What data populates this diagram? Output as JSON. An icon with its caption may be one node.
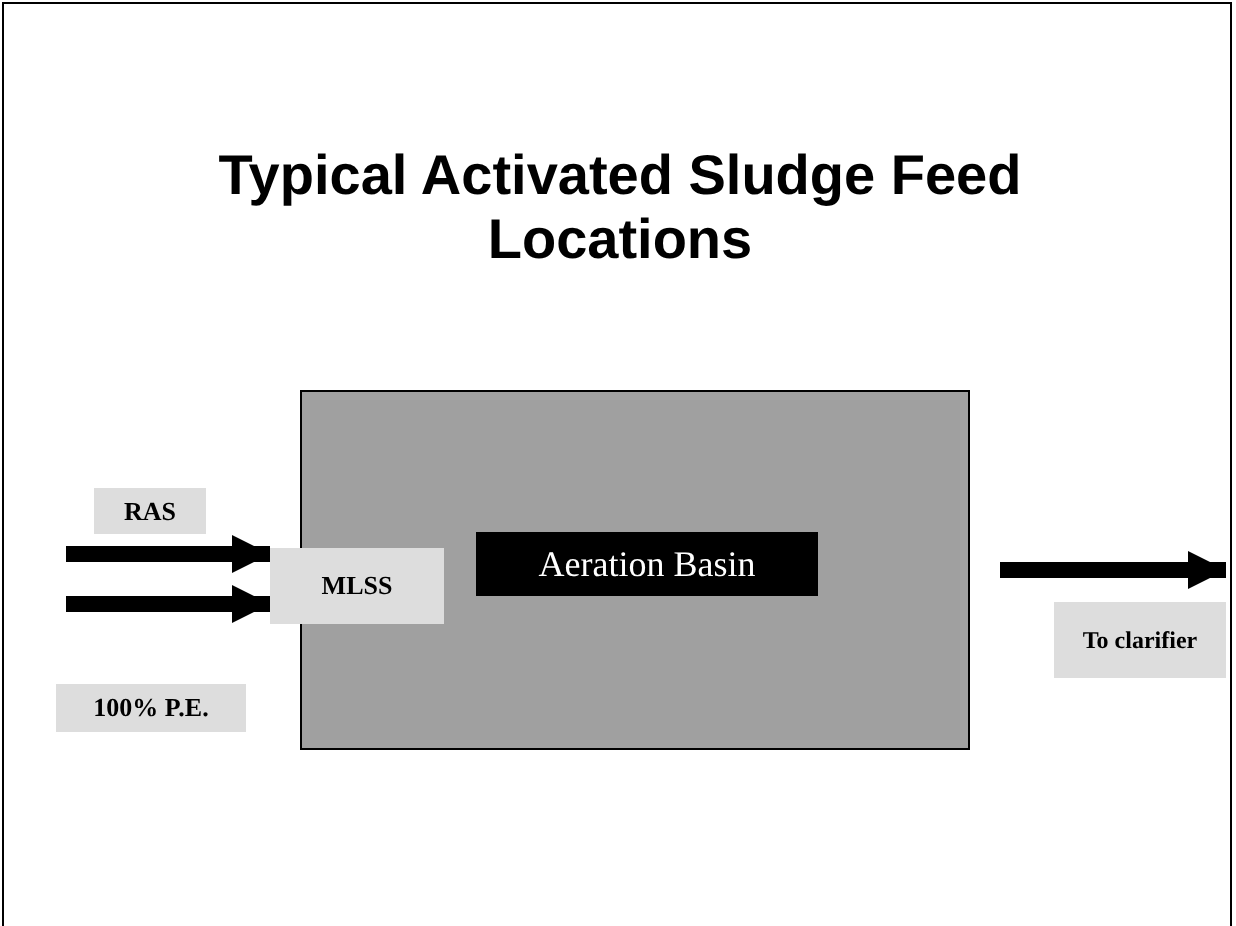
{
  "diagram": {
    "title": "Typical Activated Sludge Feed Locations",
    "nodes": [
      {
        "text": [],
        "shape": "box"
      },
      {
        "text": [
          "Aeration Basin"
        ],
        "in": 0
      },
      {
        "text": [
          "MLSS"
        ]
      },
      {
        "text": [
          "RAS"
        ]
      },
      {
        "text": [
          "100% P.E."
        ]
      },
      {
        "text": [
          "To clarifier"
        ]
      }
    ],
    "edges": [
      {
        "from": null,
        "to": 2,
        "arrow": "to"
      },
      {
        "from": null,
        "to": 2,
        "arrow": "to"
      },
      {
        "from": 0,
        "to": 5,
        "arrow": "to"
      }
    ]
  }
}
